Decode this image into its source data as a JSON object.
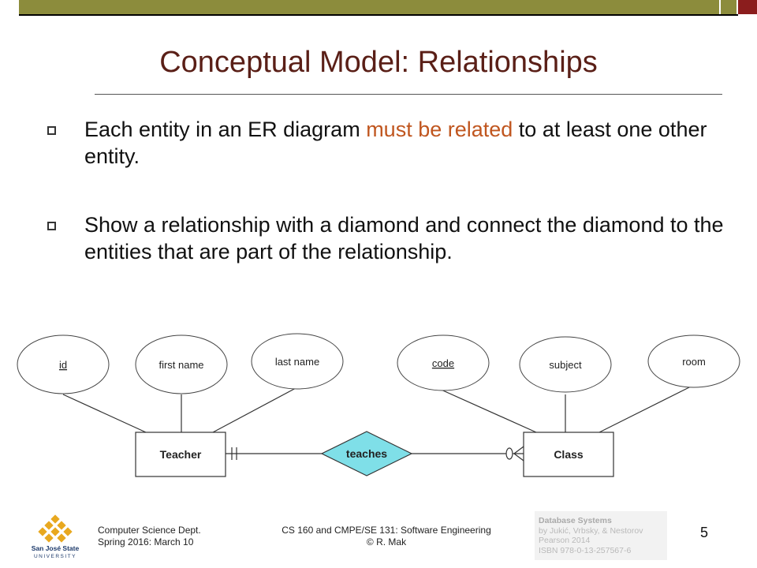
{
  "slide": {
    "title": "Conceptual Model: Relationships",
    "number": "5"
  },
  "bullets": [
    {
      "before": "Each entity in an ER diagram ",
      "highlight": "must be related",
      "after": " to at least one other entity."
    },
    {
      "text": "Show a relationship with a diamond and connect the diamond to the entities that are part of the relationship."
    }
  ],
  "diagram": {
    "entities": [
      "Teacher",
      "Class"
    ],
    "relationship": "teaches",
    "teacher_attributes": [
      "id",
      "first name",
      "last name"
    ],
    "class_attributes": [
      "code",
      "subject",
      "room"
    ],
    "key_attributes": [
      "id",
      "code"
    ],
    "colors": {
      "relationship_fill": "#7fdfe8"
    }
  },
  "footer": {
    "dept": "Computer Science Dept.",
    "term": "Spring 2016: March 10",
    "course": "CS 160 and CMPE/SE 131: Software Engineering",
    "author": "© R. Mak",
    "ref_title": "Database Systems",
    "ref_authors": "by Jukić, Vrbsky, & Nestorov",
    "ref_publisher": "Pearson 2014",
    "ref_isbn": "ISBN 978-0-13-257567-6",
    "logo_text": "San José State UNIVERSITY"
  }
}
